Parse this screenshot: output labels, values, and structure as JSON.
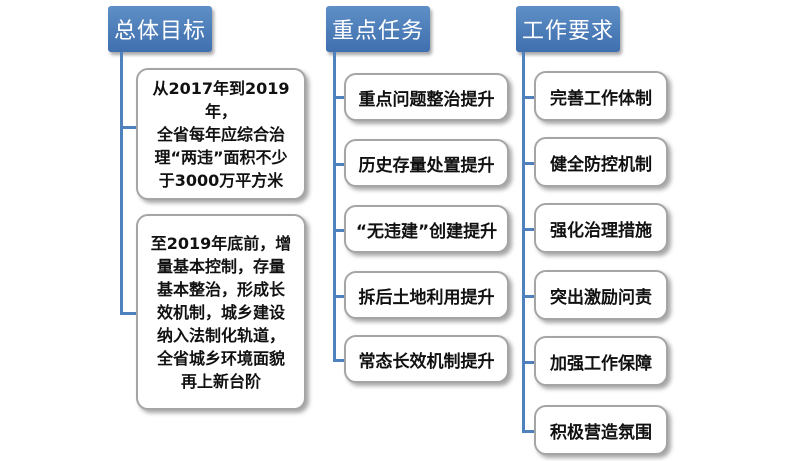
{
  "headers": {
    "goal": "总体目标",
    "tasks": "重点任务",
    "requirements": "工作要求"
  },
  "goals": [
    {
      "lines": [
        "从2017年到2019年，",
        "全省每年应综合治",
        "理“两违”面积不少",
        "于3000万平方米"
      ]
    },
    {
      "lines": [
        "至2019年底前，增",
        "量基本控制，存量",
        "基本整治，形成长",
        "效机制，城乡建设",
        "纳入法制化轨道，",
        "全省城乡环境面貌",
        "再上新台阶"
      ]
    }
  ],
  "tasks": [
    "重点问题整治提升",
    "历史存量处置提升",
    "“无违建”创建提升",
    "拆后土地利用提升",
    "常态长效机制提升"
  ],
  "requirements": [
    "完善工作体制",
    "健全防控机制",
    "强化治理措施",
    "突出激励问责",
    "加强工作保障",
    "积极营造氛围"
  ],
  "colors": {
    "header": "#4f81bd",
    "connector": "#4f81bd",
    "box_border": "#a5a5a5"
  }
}
